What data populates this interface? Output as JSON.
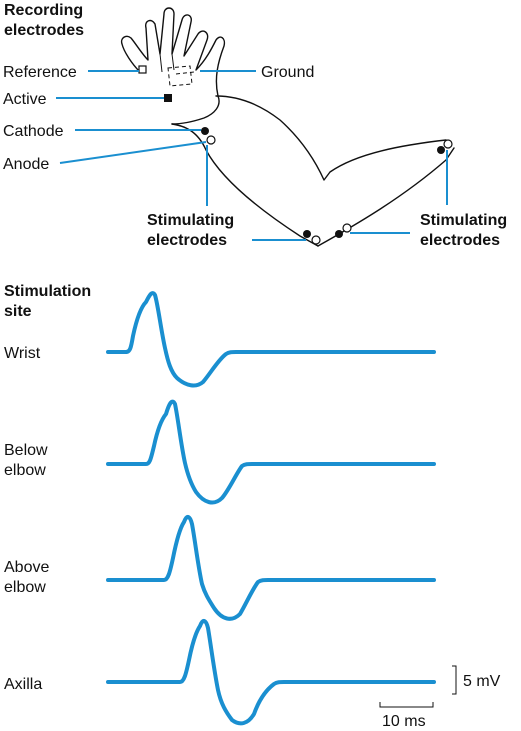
{
  "recording_header": {
    "line1": "Recording",
    "line2": "electrodes"
  },
  "electrode_labels": {
    "reference": "Reference",
    "active": "Active",
    "cathode": "Cathode",
    "anode": "Anode",
    "ground": "Ground"
  },
  "stimulating_left": {
    "line1": "Stimulating",
    "line2": "electrodes"
  },
  "stimulating_right": {
    "line1": "Stimulating",
    "line2": "electrodes"
  },
  "stimulation_header": {
    "line1": "Stimulation",
    "line2": "site"
  },
  "sites": [
    {
      "line1": "Wrist",
      "line2": ""
    },
    {
      "line1": "Below",
      "line2": "elbow"
    },
    {
      "line1": "Above",
      "line2": "elbow"
    },
    {
      "line1": "Axilla",
      "line2": ""
    }
  ],
  "scale": {
    "amplitude": "5 mV",
    "time": "10 ms"
  }
}
